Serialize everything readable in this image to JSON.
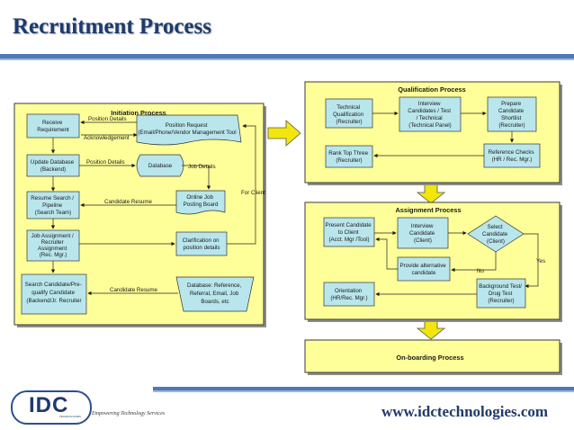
{
  "slide": {
    "title": "Recruitment Process",
    "website": "www.idctechnologies.com",
    "tagline": "Empowering Technology Services",
    "logo_text": "IDC",
    "logo_sub": "TECHNOLOGIES"
  },
  "colors": {
    "panel_fill": "#ffff99",
    "panel_border": "#3a3a3a",
    "box_fill": "#b9e6ec",
    "accent": "#1f3a6b",
    "big_arrow": "#f2e60c"
  },
  "initiation": {
    "title": "Initiation Process",
    "receive": [
      "Receive",
      "Requirement"
    ],
    "position_request": [
      "Position Request",
      "(Email/Phone/Vendor Management Tool"
    ],
    "update_db": [
      "Update Database",
      "(Backend)"
    ],
    "database": "Database",
    "online_job": [
      "Online Job",
      "Posting Board"
    ],
    "resume_search": [
      "Resume Search /",
      "Pipeline",
      "(Search Team)"
    ],
    "job_assignment": [
      "Job Assignment /",
      "Recruiter",
      "Assignment",
      "(Rec. Mgr.)"
    ],
    "clarification": [
      "Clarification on",
      "position details"
    ],
    "search_candidate": [
      "Search Candidate/Pre-",
      "qualify Candidate",
      "(Backend/Jr. Recruiter"
    ],
    "db_reference": [
      "Database: Reference,",
      "Referral, Email, Job",
      "Boards, etc"
    ],
    "lbl_position_details_1": "Position Details",
    "lbl_acknowledgement": "Acknowledgement",
    "lbl_position_details_2": "Position Details",
    "lbl_job_details": "Job Details",
    "lbl_candidate_resume_1": "Candidate Resume",
    "lbl_candidate_resume_2": "Candidate Resume",
    "lbl_for_client": "For Client"
  },
  "qualification": {
    "title": "Qualification Process",
    "technical": [
      "Technical",
      "Qualification",
      "(Recruiter)"
    ],
    "interview": [
      "Interview",
      "Candidates / Test",
      "/ Technical",
      "(Technical Panel)"
    ],
    "prepare": [
      "Prepare",
      "Candidate",
      "Shortlist",
      "(Recruiter)"
    ],
    "reference": [
      "Reference Checks",
      "(HR / Rec. Mgr.)"
    ],
    "rank": [
      "Rank Top Three",
      "(Recruiter)"
    ]
  },
  "assignment": {
    "title": "Assignment Process",
    "present": [
      "Present Candidate",
      "to Client",
      "(Acct. Mgr /Tool)"
    ],
    "interview": [
      "Interview",
      "Candidate",
      "(Client)"
    ],
    "select": [
      "Select",
      "Candidate",
      "(Client)"
    ],
    "provide": [
      "Provide alternative",
      "candidate"
    ],
    "orientation": [
      "Orientation",
      "(HR/Rec. Mgr.)"
    ],
    "background": [
      "Background Test/",
      "Drug Test",
      "(Recruiter)"
    ],
    "lbl_no": "No",
    "lbl_yes": "Yes"
  },
  "onboarding": {
    "title": "On-boarding Process"
  }
}
